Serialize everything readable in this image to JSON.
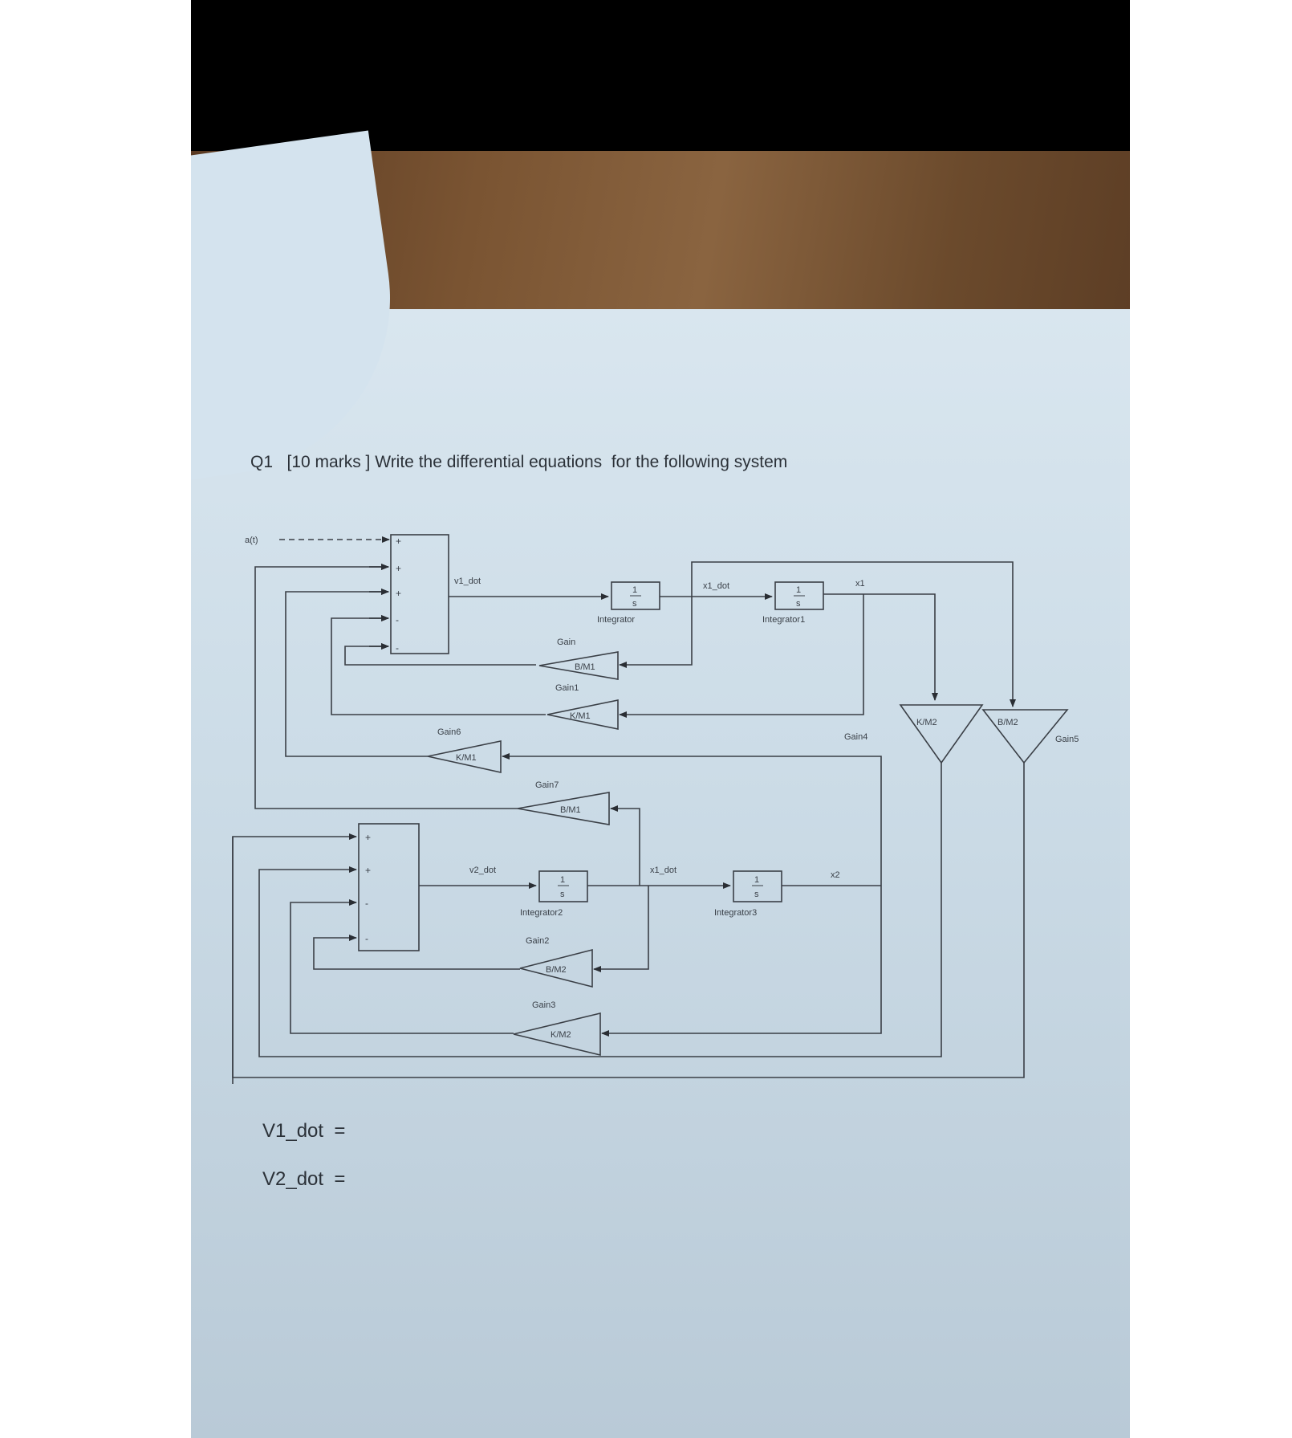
{
  "question": {
    "number": "Q1",
    "marks": "[10 marks ]",
    "text": "Write the differential equations  for the following system"
  },
  "diagram": {
    "input_label": "a(t)",
    "signals": [
      "v1_dot",
      "x1_dot",
      "x1",
      "v2_dot",
      "x1_dot",
      "x2"
    ],
    "integrators": [
      {
        "name": "Integrator",
        "tf": "1/s"
      },
      {
        "name": "Integrator1",
        "tf": "1/s"
      },
      {
        "name": "Integrator2",
        "tf": "1/s"
      },
      {
        "name": "Integrator3",
        "tf": "1/s"
      }
    ],
    "gains": [
      {
        "name": "Gain",
        "value": "B/M1"
      },
      {
        "name": "Gain1",
        "value": "K/M1"
      },
      {
        "name": "Gain6",
        "value": "K/M1"
      },
      {
        "name": "Gain7",
        "value": "B/M1"
      },
      {
        "name": "Gain2",
        "value": "B/M2"
      },
      {
        "name": "Gain3",
        "value": "K/M2"
      },
      {
        "name": "Gain4",
        "value": "K/M2"
      },
      {
        "name": "Gain5",
        "value": "B/M2"
      }
    ],
    "sum1_signs": [
      "+",
      "+",
      "+",
      "-",
      "-"
    ],
    "sum2_signs": [
      "+",
      "+",
      "-",
      "-"
    ],
    "tf_num": "1",
    "tf_den": "s"
  },
  "answers": [
    {
      "label": "V1_dot  ="
    },
    {
      "label": "V2_dot  ="
    }
  ]
}
